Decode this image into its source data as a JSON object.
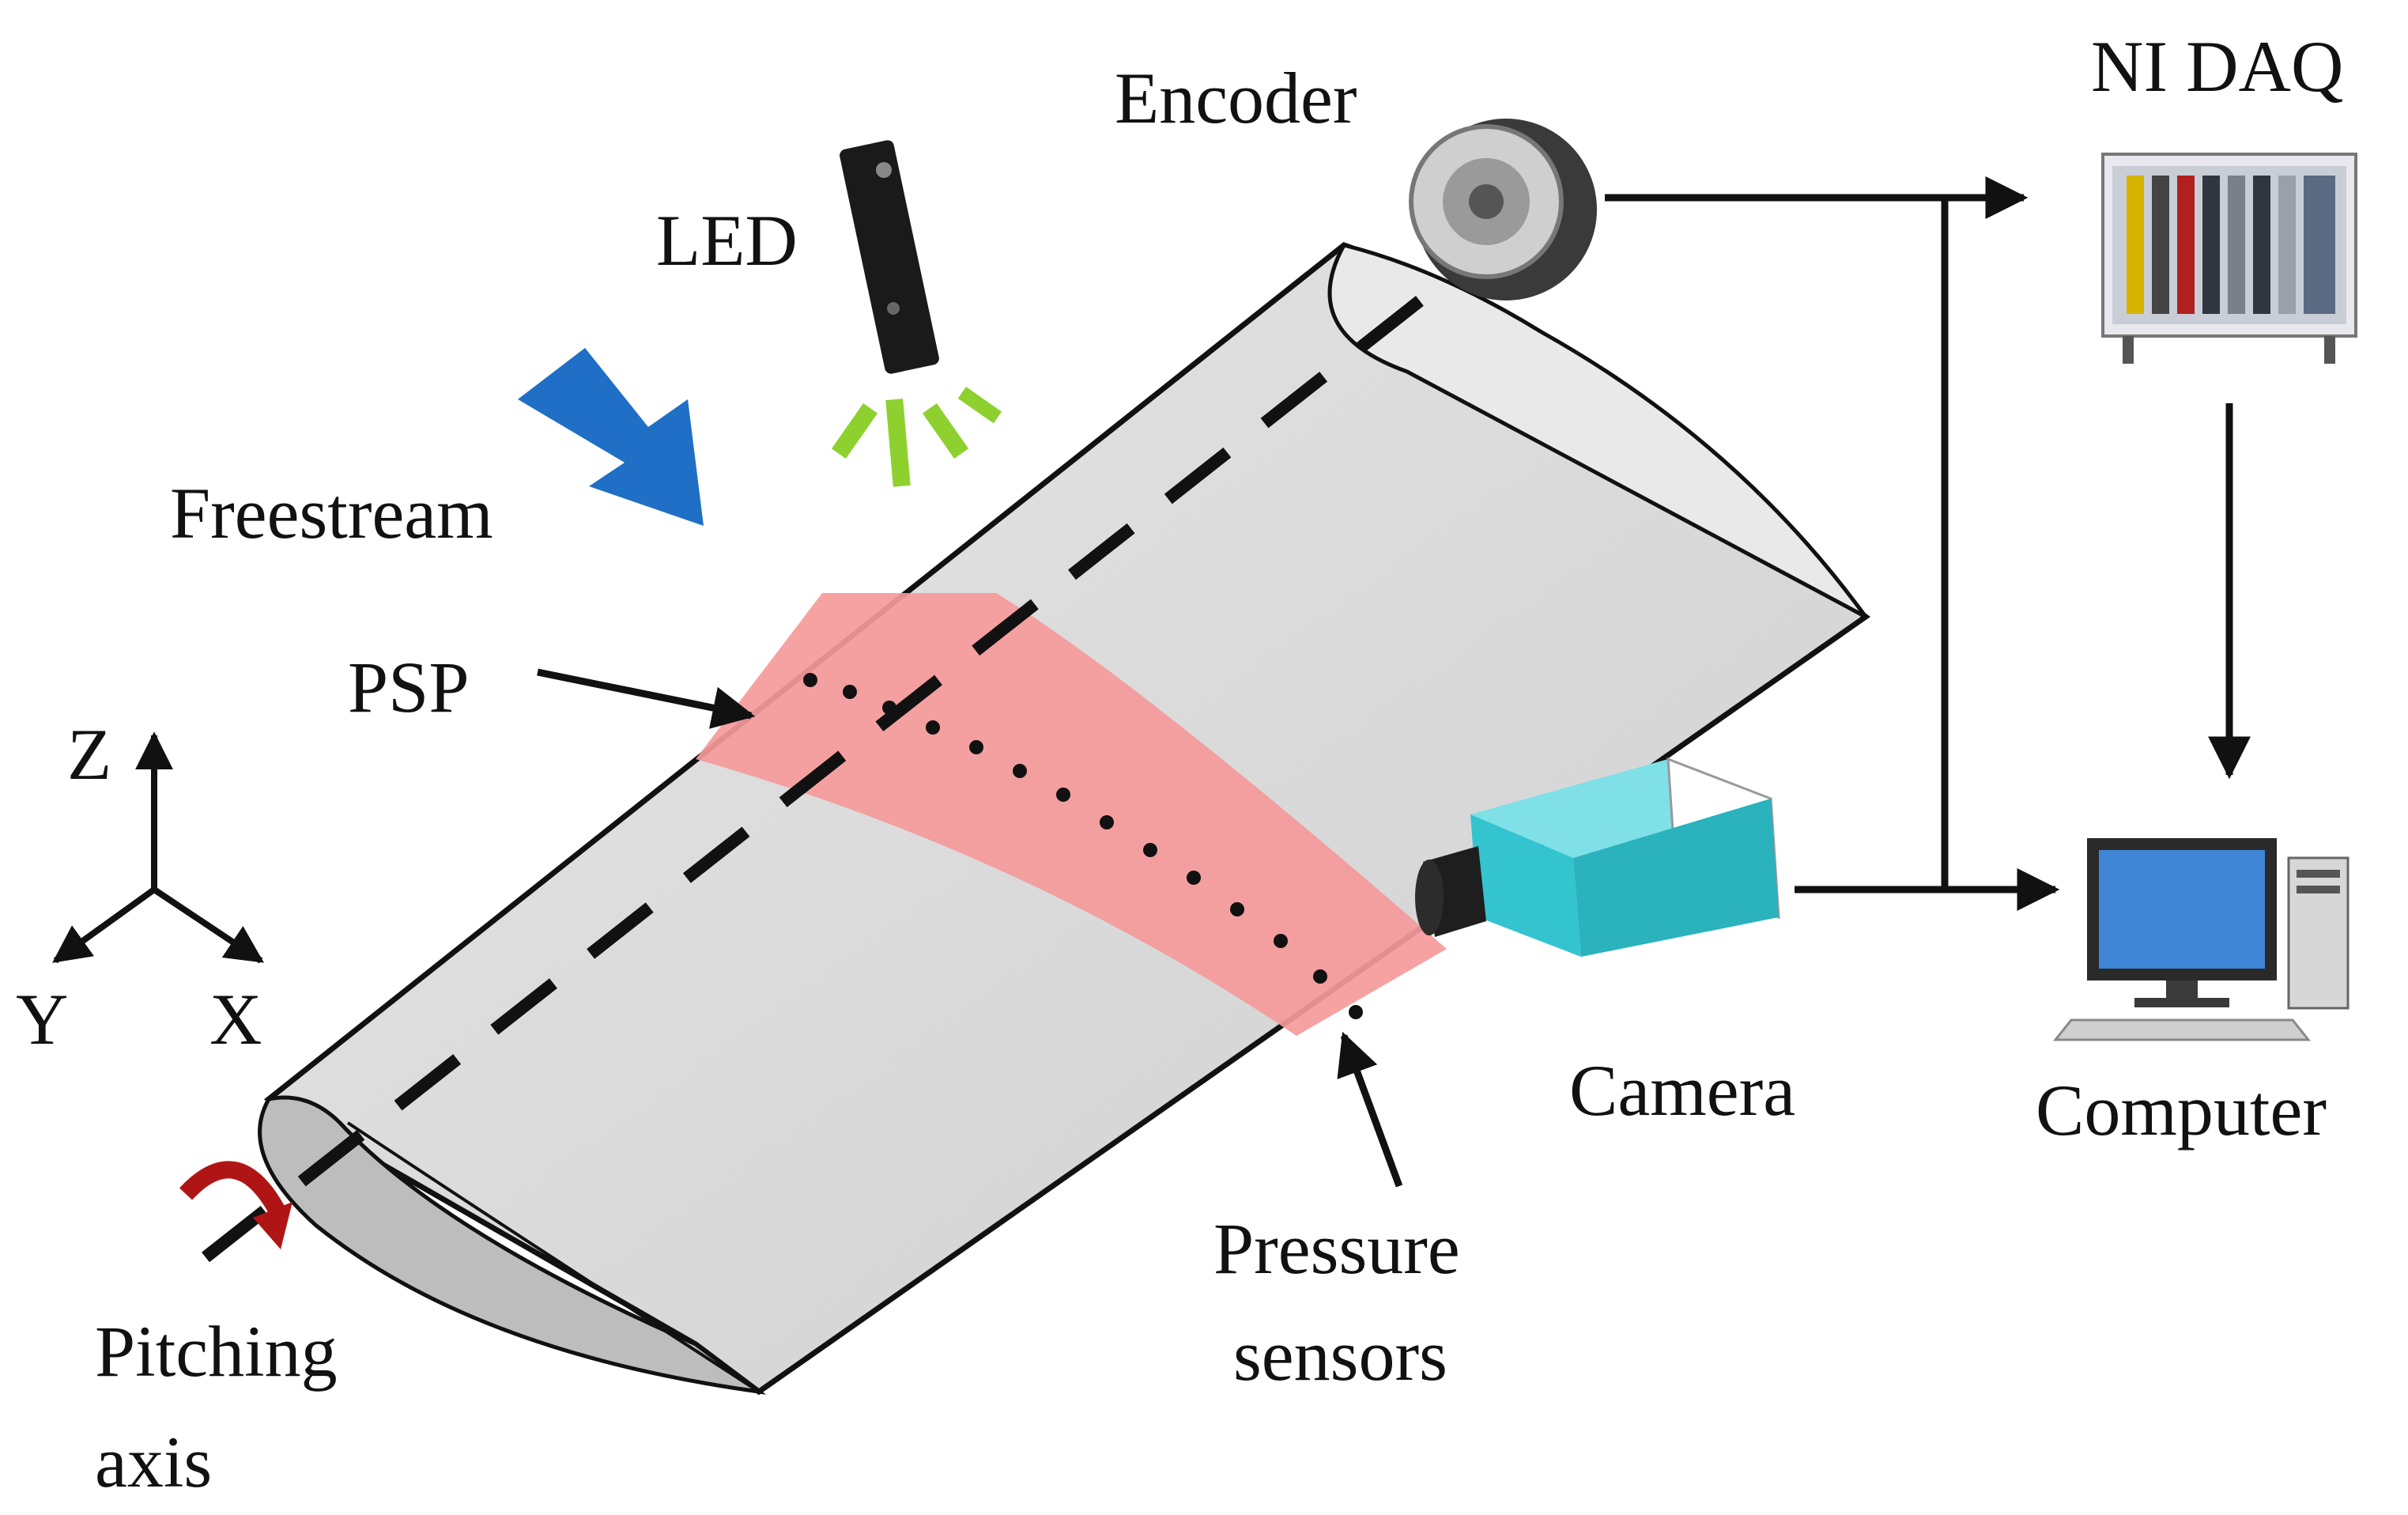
{
  "labels": {
    "encoder": "Encoder",
    "ni_daq": "NI DAQ",
    "led": "LED",
    "freestream": "Freestream",
    "psp": "PSP",
    "axis_z": "Z",
    "axis_y": "Y",
    "axis_x": "X",
    "camera": "Camera",
    "computer": "Computer",
    "pressure_line1": "Pressure",
    "pressure_line2": "sensors",
    "pitching_line1": "Pitching",
    "pitching_line2": "axis"
  },
  "colors": {
    "wing": "#dcdcdc",
    "wing_edge": "#111111",
    "psp_band": "#f59a9a",
    "freestream_arrow": "#1f6fc6",
    "led_glow": "#8ed12f",
    "camera_body": "#33c4cf",
    "pitch_arrow": "#b01515",
    "screen": "#3f86d6"
  },
  "icons": {
    "encoder": "rotary-encoder-icon",
    "ni_daq": "daq-chassis-icon",
    "led": "led-lamp-icon",
    "camera": "camera-icon",
    "computer": "desktop-computer-icon"
  }
}
